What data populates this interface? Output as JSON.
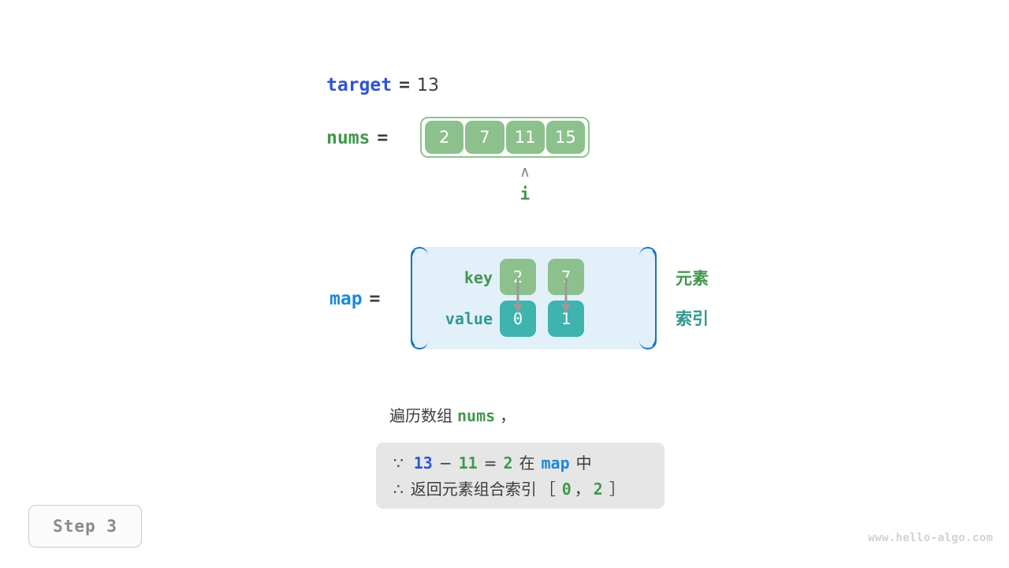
{
  "target": {
    "name": "target",
    "eq": "=",
    "value": "13"
  },
  "nums": {
    "name": "nums",
    "eq": "=",
    "cells": [
      "2",
      "7",
      "11",
      "15"
    ],
    "pointer": {
      "caret": "∧",
      "label": "i",
      "index": 2
    }
  },
  "map": {
    "name": "map",
    "eq": "=",
    "key_label": "key",
    "value_label": "value",
    "keys": [
      "2",
      "7"
    ],
    "values": [
      "0",
      "1"
    ],
    "side_labels": {
      "element": "元素",
      "index": "索引"
    }
  },
  "caption": {
    "prefix": "遍历数组",
    "code": "nums",
    "suffix": "，"
  },
  "conclusion": {
    "line1": {
      "symbol": "∵",
      "a": "13",
      "op": "−",
      "b": "11",
      "eq": "=",
      "c": "2",
      "mid": "在",
      "map": "map",
      "tail": "中"
    },
    "line2": {
      "symbol": "∴",
      "text": "返回元素组合索引",
      "bracket_open": "［",
      "i0": "0",
      "comma": "，",
      "i1": "2",
      "bracket_close": "］"
    }
  },
  "step_badge": "Step 3",
  "watermark": "www.hello-algo.com",
  "colors": {
    "blue": "#2F55D4",
    "light_blue": "#1E88D8",
    "green": "#41974E",
    "teal": "#32978F",
    "cell_green": "#8CC08C",
    "cell_teal": "#3FB3AE",
    "map_bg": "#E2F0FA",
    "map_border": "#1474C4",
    "box_gray": "#E6E6E6",
    "text_dark": "#3C3C3C",
    "text_gray": "#8A8A8A"
  }
}
